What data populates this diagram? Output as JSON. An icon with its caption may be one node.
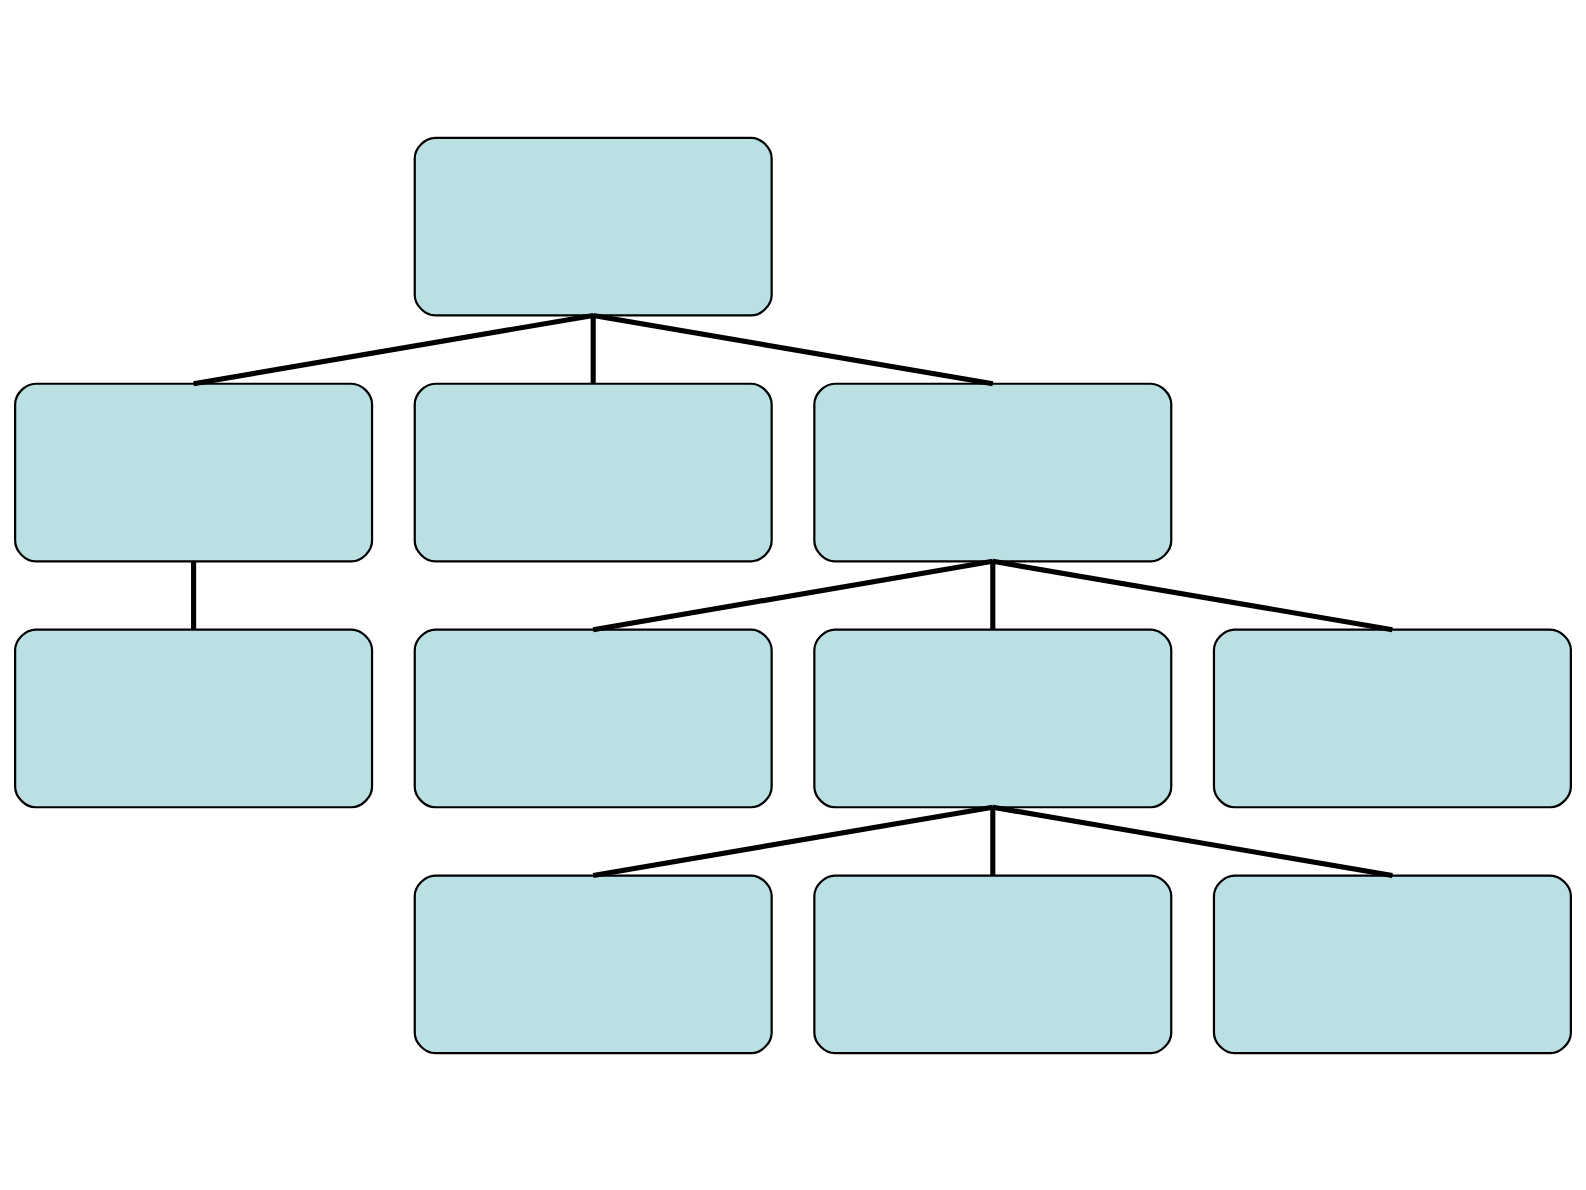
{
  "diagram": {
    "nodes": [
      {
        "text": [],
        "shape": "box"
      },
      {
        "text": [],
        "shape": "box"
      },
      {
        "text": [],
        "shape": "box"
      },
      {
        "text": [],
        "shape": "box"
      },
      {
        "text": [],
        "shape": "box"
      },
      {
        "text": [],
        "shape": "box"
      },
      {
        "text": [],
        "shape": "box"
      },
      {
        "text": [],
        "shape": "box"
      },
      {
        "text": [],
        "shape": "box"
      },
      {
        "text": [],
        "shape": "box"
      },
      {
        "text": [],
        "shape": "box"
      }
    ],
    "edges": [
      {
        "from": 0,
        "to": 1,
        "arrow": "none"
      },
      {
        "from": 0,
        "to": 2,
        "arrow": "none"
      },
      {
        "from": 0,
        "to": 3,
        "arrow": "none"
      },
      {
        "from": 1,
        "to": 4,
        "arrow": "none"
      },
      {
        "from": 3,
        "to": 5,
        "arrow": "none"
      },
      {
        "from": 3,
        "to": 6,
        "arrow": "none"
      },
      {
        "from": 3,
        "to": 7,
        "arrow": "none"
      },
      {
        "from": 6,
        "to": 8,
        "arrow": "none"
      },
      {
        "from": 6,
        "to": 9,
        "arrow": "none"
      },
      {
        "from": 6,
        "to": 10,
        "arrow": "none"
      }
    ]
  }
}
